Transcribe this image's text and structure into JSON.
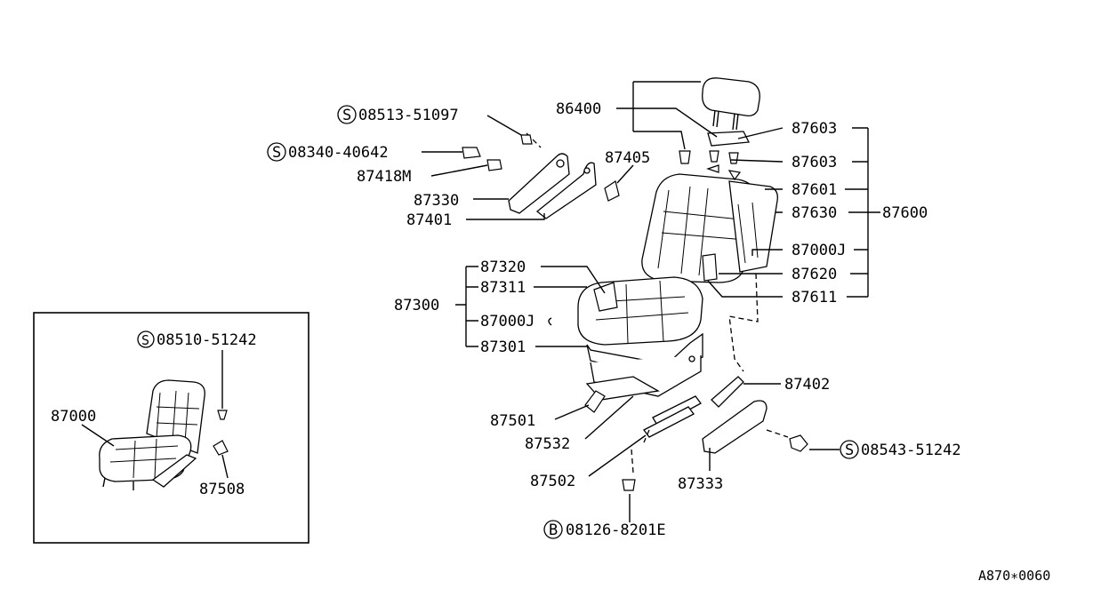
{
  "diagram_code": "A870∗0060",
  "symbols": {
    "standard": "S",
    "bolt": "B"
  },
  "parts": {
    "p08513": "08513-51097",
    "p08340": "08340-40642",
    "p87418M": "87418M",
    "p87330": "87330",
    "p87401": "87401",
    "p87405": "87405",
    "p86400": "86400",
    "p87603a": "87603",
    "p87603b": "87603",
    "p87601": "87601",
    "p87630": "87630",
    "p87600": "87600",
    "p87000J_back": "87000J",
    "p87620": "87620",
    "p87611": "87611",
    "p87320": "87320",
    "p87311": "87311",
    "p87300": "87300",
    "p87000J_seat": "87000J",
    "p87301": "87301",
    "p87402": "87402",
    "p87501": "87501",
    "p87532": "87532",
    "p87502": "87502",
    "p87333": "87333",
    "p08543": "08543-51242",
    "p08126": "08126-8201E"
  },
  "inset": {
    "p08510": "08510-51242",
    "p87000": "87000",
    "p87508": "87508"
  }
}
